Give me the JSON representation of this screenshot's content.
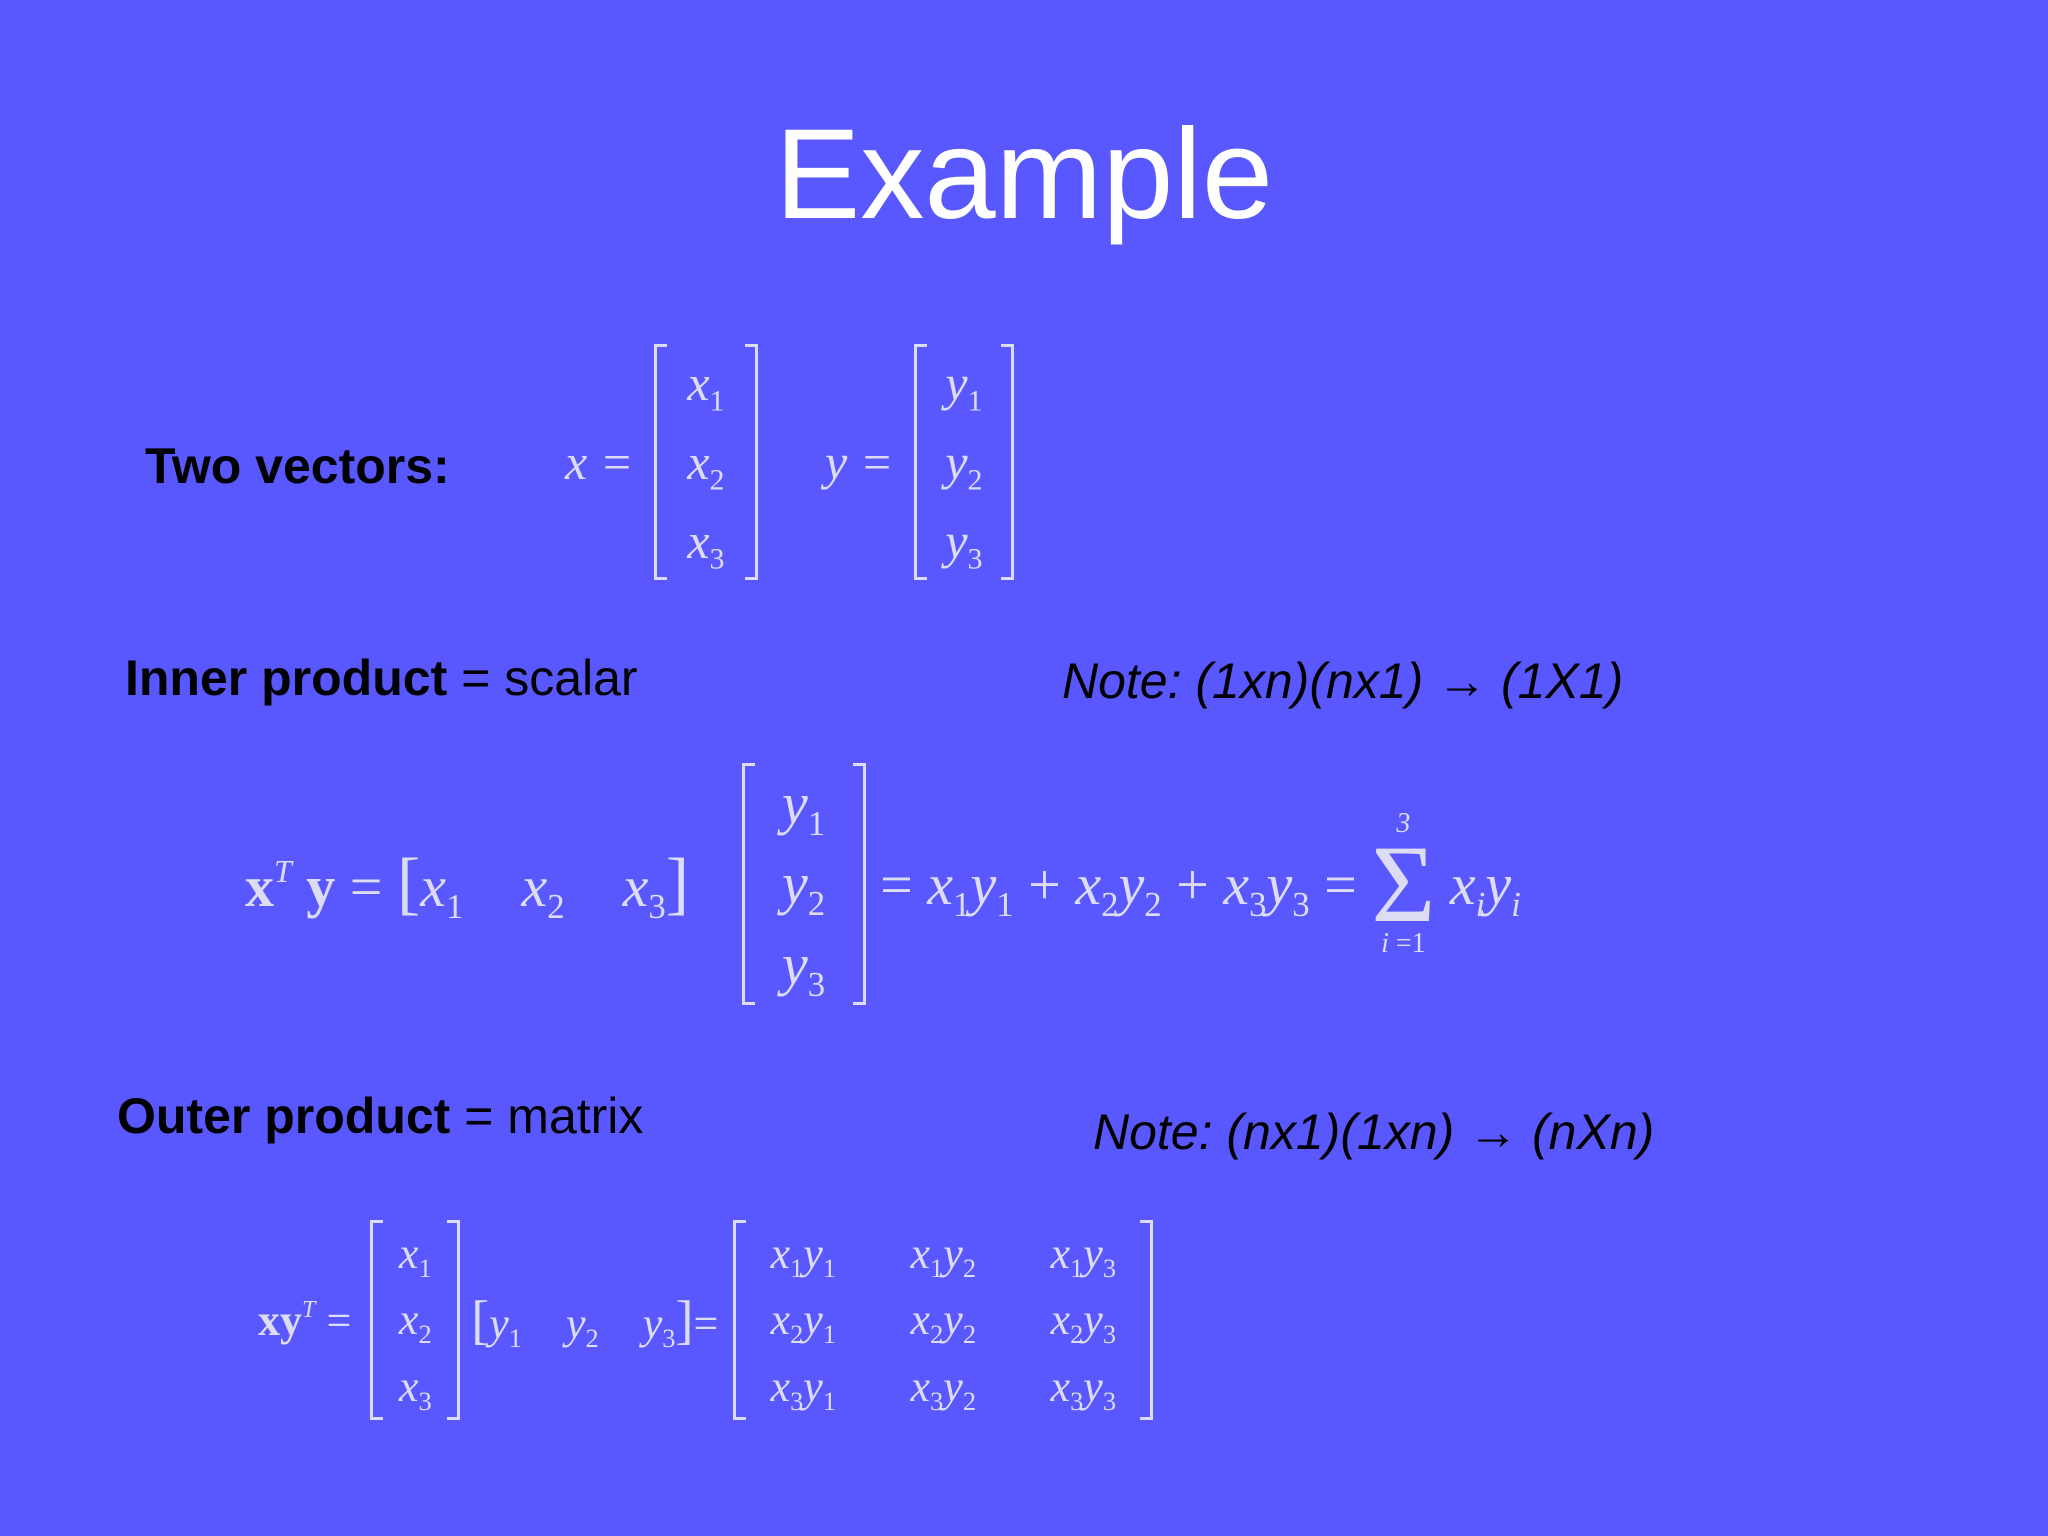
{
  "slide": {
    "title": "Example",
    "two_vectors_label": "Two vectors:",
    "inner": {
      "bold": "Inner product",
      "rest": " = scalar",
      "note": "Note: (1xn)(nx1) → (1X1)"
    },
    "outer": {
      "bold": "Outer product",
      "rest": " = matrix",
      "note": "Note: (nx1)(1xn) → (nXn)"
    }
  },
  "colors": {
    "background": "#5858FE",
    "title": "#FFFFFF",
    "labels": "#000000",
    "math": "#DCDCF4"
  }
}
